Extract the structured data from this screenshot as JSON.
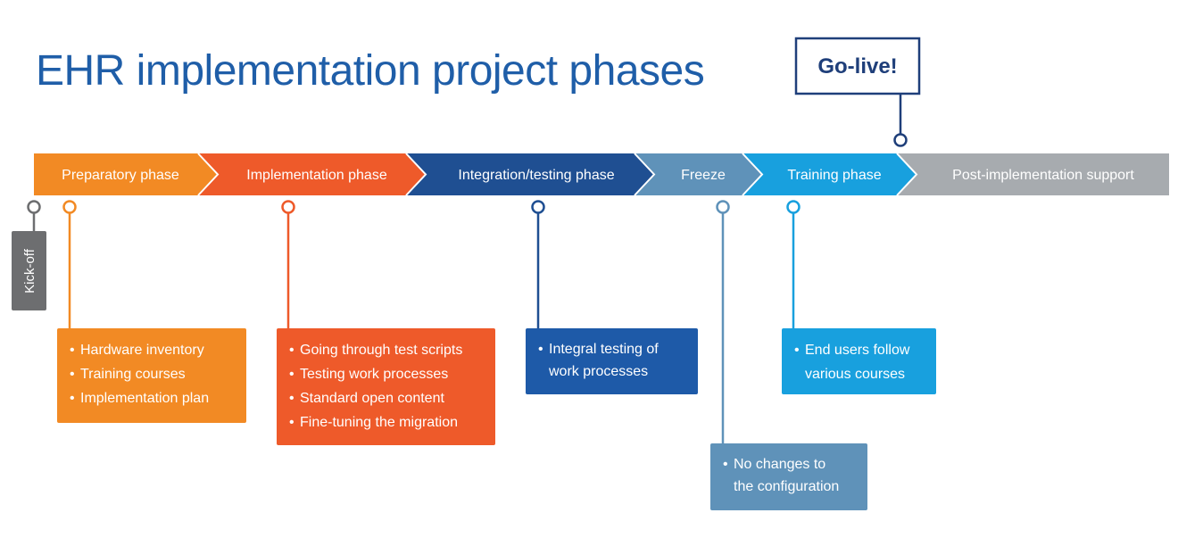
{
  "title": "EHR implementation project phases",
  "go_live": "Go-live!",
  "kick_off": "Kick-off",
  "phases": [
    {
      "label": "Preparatory phase",
      "color": "#f28a24"
    },
    {
      "label": "Implementation phase",
      "color": "#ee5a2a"
    },
    {
      "label": "Integration/testing phase",
      "color": "#1f4f92"
    },
    {
      "label": "Freeze",
      "color": "#5f92b9"
    },
    {
      "label": "Training phase",
      "color": "#18a0de"
    },
    {
      "label": "Post-implementation support",
      "color": "#a7abaf"
    }
  ],
  "boxes": {
    "preparatory": [
      "Hardware inventory",
      "Training courses",
      "Implementation plan"
    ],
    "implementation": [
      "Going through test scripts",
      "Testing work processes",
      "Standard open content",
      "Fine-tuning the migration"
    ],
    "integration": [
      "Integral testing of",
      "work processes"
    ],
    "freeze": [
      "No changes to",
      "the configuration"
    ],
    "training": [
      "End users follow",
      "various courses"
    ]
  },
  "colors": {
    "title": "#1f5ea8",
    "kickoff": "#6d6e70",
    "golive_border": "#1f3f7a"
  }
}
